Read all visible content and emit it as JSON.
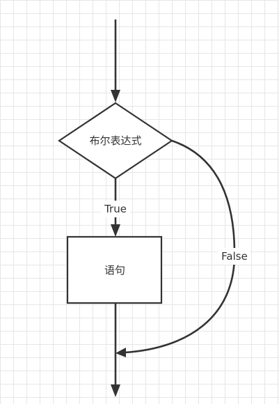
{
  "diagram": {
    "condition": "布尔表达式",
    "statement": "语句",
    "true_label": "True",
    "false_label": "False"
  }
}
